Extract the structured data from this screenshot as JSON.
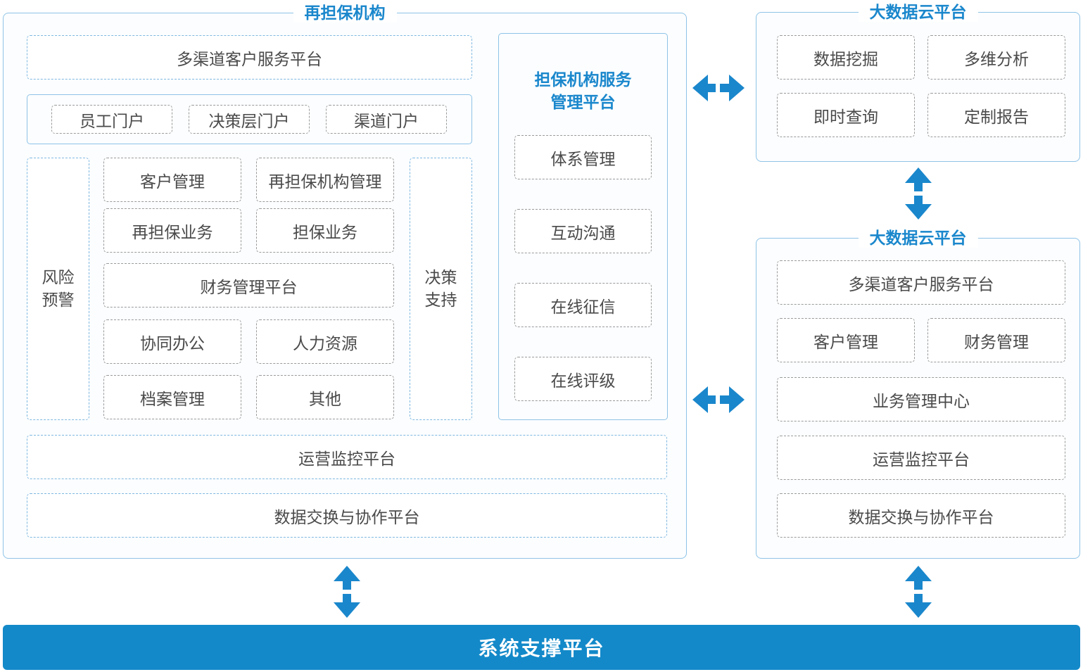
{
  "left_panel": {
    "title": "再担保机构",
    "omni_channel": "多渠道客户服务平台",
    "portals": [
      "员工门户",
      "决策层门户",
      "渠道门户"
    ],
    "risk_warning": "风险\n预警",
    "decision_support": "决策\n支持",
    "modules": {
      "customer_mgmt": "客户管理",
      "reguarantee_org_mgmt": "再担保机构管理",
      "reguarantee_business": "再担保业务",
      "guarantee_business": "担保业务",
      "finance_platform": "财务管理平台",
      "collab_office": "协同办公",
      "hr": "人力资源",
      "archive_mgmt": "档案管理",
      "other": "其他"
    },
    "service_platform": {
      "title": "担保机构服务\n管理平台",
      "items": [
        "体系管理",
        "互动沟通",
        "在线征信",
        "在线评级"
      ]
    },
    "ops_monitor": "运营监控平台",
    "data_exchange": "数据交换与协作平台"
  },
  "right_top_panel": {
    "title": "大数据云平台",
    "items": [
      "数据挖掘",
      "多维分析",
      "即时查询",
      "定制报告"
    ]
  },
  "right_bottom_panel": {
    "title": "大数据云平台",
    "omni_channel": "多渠道客户服务平台",
    "customer_mgmt": "客户管理",
    "finance_mgmt": "财务管理",
    "business_center": "业务管理中心",
    "ops_monitor": "运营监控平台",
    "data_exchange": "数据交换与协作平台"
  },
  "bottom_bar": {
    "label": "系统支撑平台"
  },
  "colors": {
    "accent": "#1389c9",
    "arrow": "#1a87cc",
    "panel_border": "#8fc3e6"
  }
}
